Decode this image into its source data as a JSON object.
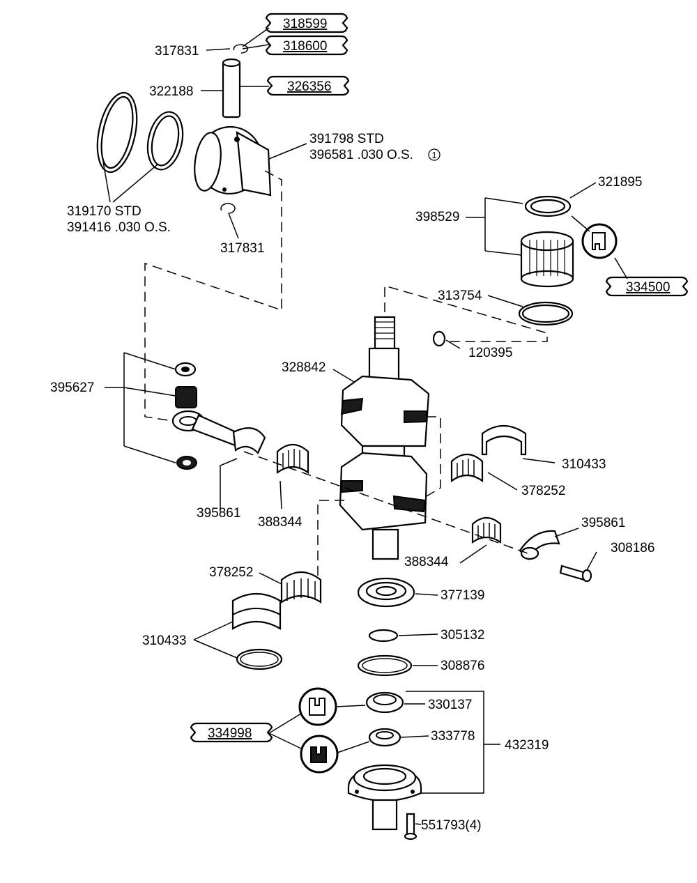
{
  "labels": {
    "p318599": "318599",
    "p318600": "318600",
    "p317831a": "317831",
    "p322188": "322188",
    "p326356": "326356",
    "p391798": "391798 STD",
    "p396581": "396581 .030 O.S.",
    "p396581_note": "1",
    "p319170": "319170 STD",
    "p391416": "391416 .030 O.S.",
    "p317831b": "317831",
    "p321895": "321895",
    "p398529": "398529",
    "p334500": "334500",
    "p313754": "313754",
    "p120395": "120395",
    "p328842": "328842",
    "p395627": "395627",
    "p310433a": "310433",
    "p378252a": "378252",
    "p395861a": "395861",
    "p388344a": "388344",
    "p395861b": "395861",
    "p308186": "308186",
    "p388344b": "388344",
    "p378252b": "378252",
    "p377139": "377139",
    "p305132": "305132",
    "p310433b": "310433",
    "p308876": "308876",
    "p330137": "330137",
    "p334998": "334998",
    "p333778": "333778",
    "p432319": "432319",
    "p551793": "551793(4)"
  },
  "tools": [
    "318599",
    "318600",
    "326356",
    "334500",
    "334998"
  ],
  "icons": [
    "wrench-icon",
    "seal-installer-icon",
    "bearing-installer-icon"
  ]
}
